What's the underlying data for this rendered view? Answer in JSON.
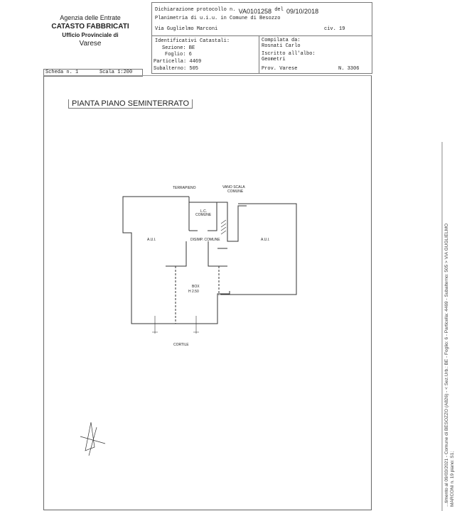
{
  "agency": {
    "line1": "Agenzia delle Entrate",
    "line2": "CATASTO FABBRICATI",
    "line3": "Ufficio Provinciale di",
    "line4": "Varese"
  },
  "header": {
    "protocol_label": "Dichiarazione protocollo n.",
    "protocol": "VA0101258",
    "date_label": "del",
    "date": "09/10/2018",
    "planimetry": "Planimetria di u.i.u. in Comune di Besozzo",
    "address": "Via Guglielmo Marconi",
    "civic": "civ. 19",
    "ident_title": "Identificativi Catastali:",
    "sezione": "Sezione: BE",
    "foglio": "Foglio: 6",
    "particella": "Particella: 4469",
    "subalterno": "Subalterno: 505",
    "compilata": "Compilata da:",
    "compiler": "Rosnati Carlo",
    "iscritto": "Iscritto all'albo:",
    "albo": "Geometri",
    "prov": "Prov. Varese",
    "number": "N. 3306"
  },
  "sheet": {
    "scheda": "Scheda n. 1",
    "scala": "Scala 1:200"
  },
  "plan": {
    "title": "PIANTA PIANO SEMINTERRATO",
    "labels": {
      "terrapieno": "TERRAPIENO",
      "vano1": "VANO SCALA",
      "vano2": "COMUNE",
      "lc1": "L.C.",
      "lc2": "COMUNE",
      "aui_left": "A.U.I.",
      "aui_right": "A.U.I.",
      "disimp": "DISIMP. COMUNE",
      "box1": "BOX",
      "box2": "H 2.50",
      "cortile": "CORTILE"
    }
  },
  "side": {
    "line1": "...timento al 09/03/2021 - Comune di BESOZZO (A826) - < Sez.Urb.: BE - Foglio: 6 - Particella: 4469 - Subalterno: 505 > VIA GUGLIELMO",
    "line2": "MARCONI n. 19 piano: S1;"
  }
}
